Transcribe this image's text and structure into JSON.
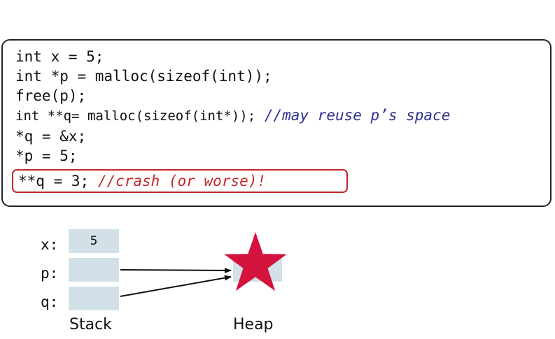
{
  "code": {
    "lines": [
      "int x = 5;",
      "int *p = malloc(sizeof(int));",
      "free(p);",
      "int **q= malloc(sizeof(int*));",
      "*q = &x;",
      "*p = 5;",
      "**q = 3;"
    ],
    "comment_reuse": "//may reuse p’s space",
    "comment_crash": "//crash (or worse)!"
  },
  "memory": {
    "labels": [
      "x:",
      "p:",
      "q:"
    ],
    "x_value": "5",
    "stack_caption": "Stack",
    "heap_caption": "Heap"
  },
  "colors": {
    "highlight_border": "#c0282a",
    "comment_blue": "#2c2f8f",
    "comment_red": "#c0282a",
    "cell_fill": "#d2e1e7",
    "star": "#d4123e"
  },
  "icons": {
    "heap_marker": "star-icon"
  }
}
